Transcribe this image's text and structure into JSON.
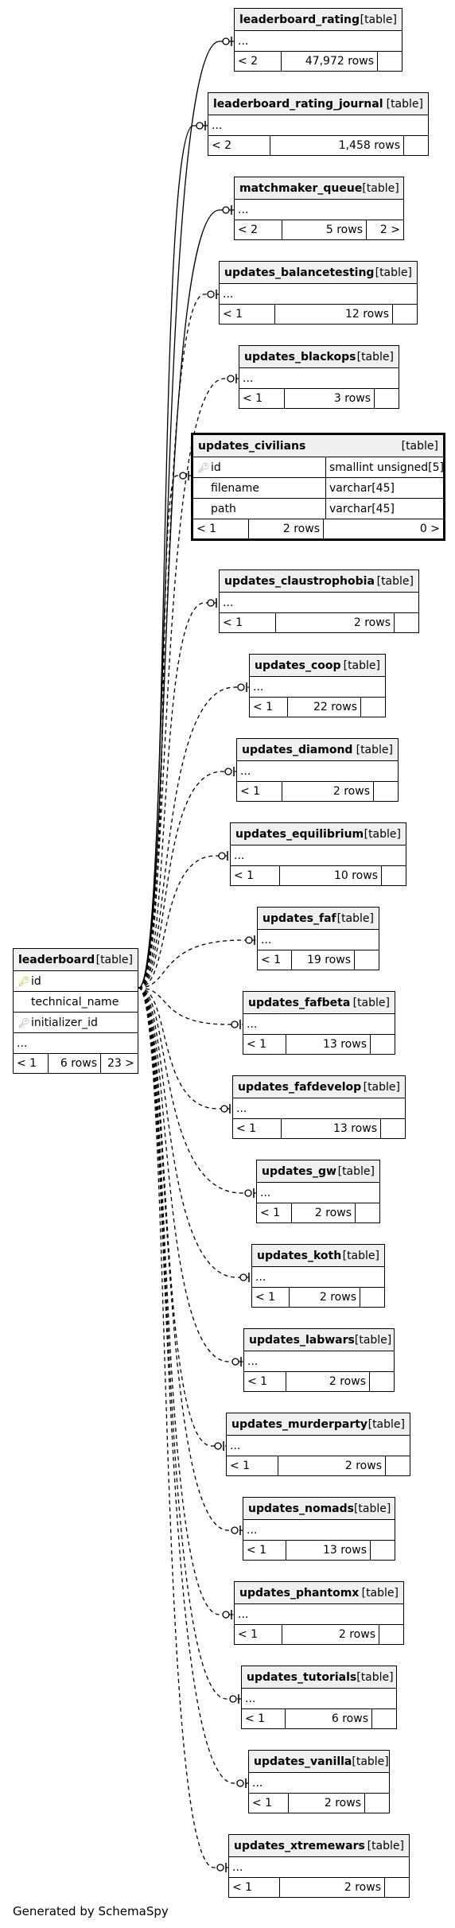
{
  "main_table": {
    "name": "leaderboard",
    "tag": "[table]",
    "columns": [
      {
        "name": "id",
        "key": "primary"
      },
      {
        "name": "technical_name",
        "key": ""
      },
      {
        "name": "initializer_id",
        "key": "foreign"
      }
    ],
    "ellipsis": "...",
    "footer": {
      "parents": "< 1",
      "rows": "6 rows",
      "children": "23 >"
    }
  },
  "focus_table": {
    "name": "updates_civilians",
    "tag": "[table]",
    "columns": [
      {
        "name": "id",
        "type": "smallint unsigned[5]",
        "key": "foreign"
      },
      {
        "name": "filename",
        "type": "varchar[45]",
        "key": ""
      },
      {
        "name": "path",
        "type": "varchar[45]",
        "key": ""
      }
    ],
    "footer": {
      "parents": "< 1",
      "rows": "2 rows",
      "children": "0 >"
    }
  },
  "related_tables": [
    {
      "name": "leaderboard_rating",
      "tag": "[table]",
      "ellipsis": "...",
      "parents": "< 2",
      "rows": "47,972 rows",
      "children": "",
      "relation": "solid"
    },
    {
      "name": "leaderboard_rating_journal",
      "tag": "[table]",
      "ellipsis": "...",
      "parents": "< 2",
      "rows": "1,458 rows",
      "children": "",
      "relation": "solid"
    },
    {
      "name": "matchmaker_queue",
      "tag": "[table]",
      "ellipsis": "...",
      "parents": "< 2",
      "rows": "5 rows",
      "children": "2 >",
      "relation": "solid"
    },
    {
      "name": "updates_balancetesting",
      "tag": "[table]",
      "ellipsis": "...",
      "parents": "< 1",
      "rows": "12 rows",
      "children": "",
      "relation": "dashed"
    },
    {
      "name": "updates_blackops",
      "tag": "[table]",
      "ellipsis": "...",
      "parents": "< 1",
      "rows": "3 rows",
      "children": "",
      "relation": "dashed"
    },
    {
      "name": "updates_claustrophobia",
      "tag": "[table]",
      "ellipsis": "...",
      "parents": "< 1",
      "rows": "2 rows",
      "children": "",
      "relation": "dashed"
    },
    {
      "name": "updates_coop",
      "tag": "[table]",
      "ellipsis": "...",
      "parents": "< 1",
      "rows": "22 rows",
      "children": "",
      "relation": "dashed"
    },
    {
      "name": "updates_diamond",
      "tag": "[table]",
      "ellipsis": "...",
      "parents": "< 1",
      "rows": "2 rows",
      "children": "",
      "relation": "dashed"
    },
    {
      "name": "updates_equilibrium",
      "tag": "[table]",
      "ellipsis": "...",
      "parents": "< 1",
      "rows": "10 rows",
      "children": "",
      "relation": "dashed"
    },
    {
      "name": "updates_faf",
      "tag": "[table]",
      "ellipsis": "...",
      "parents": "< 1",
      "rows": "19 rows",
      "children": "",
      "relation": "dashed"
    },
    {
      "name": "updates_fafbeta",
      "tag": "[table]",
      "ellipsis": "...",
      "parents": "< 1",
      "rows": "13 rows",
      "children": "",
      "relation": "dashed"
    },
    {
      "name": "updates_fafdevelop",
      "tag": "[table]",
      "ellipsis": "...",
      "parents": "< 1",
      "rows": "13 rows",
      "children": "",
      "relation": "dashed"
    },
    {
      "name": "updates_gw",
      "tag": "[table]",
      "ellipsis": "...",
      "parents": "< 1",
      "rows": "2 rows",
      "children": "",
      "relation": "dashed"
    },
    {
      "name": "updates_koth",
      "tag": "[table]",
      "ellipsis": "...",
      "parents": "< 1",
      "rows": "2 rows",
      "children": "",
      "relation": "dashed"
    },
    {
      "name": "updates_labwars",
      "tag": "[table]",
      "ellipsis": "...",
      "parents": "< 1",
      "rows": "2 rows",
      "children": "",
      "relation": "dashed"
    },
    {
      "name": "updates_murderparty",
      "tag": "[table]",
      "ellipsis": "...",
      "parents": "< 1",
      "rows": "2 rows",
      "children": "",
      "relation": "dashed"
    },
    {
      "name": "updates_nomads",
      "tag": "[table]",
      "ellipsis": "...",
      "parents": "< 1",
      "rows": "13 rows",
      "children": "",
      "relation": "dashed"
    },
    {
      "name": "updates_phantomx",
      "tag": "[table]",
      "ellipsis": "...",
      "parents": "< 1",
      "rows": "2 rows",
      "children": "",
      "relation": "dashed"
    },
    {
      "name": "updates_tutorials",
      "tag": "[table]",
      "ellipsis": "...",
      "parents": "< 1",
      "rows": "6 rows",
      "children": "",
      "relation": "dashed"
    },
    {
      "name": "updates_vanilla",
      "tag": "[table]",
      "ellipsis": "...",
      "parents": "< 1",
      "rows": "2 rows",
      "children": "",
      "relation": "dashed"
    },
    {
      "name": "updates_xtremewars",
      "tag": "[table]",
      "ellipsis": "...",
      "parents": "< 1",
      "rows": "2 rows",
      "children": "",
      "relation": "dashed"
    }
  ],
  "footer": {
    "text": "Generated by SchemaSpy"
  },
  "colors": {
    "header_bg": "#f0f0f0",
    "border": "#000000",
    "primary_key": "#c9a000",
    "foreign_key": "#999999"
  }
}
